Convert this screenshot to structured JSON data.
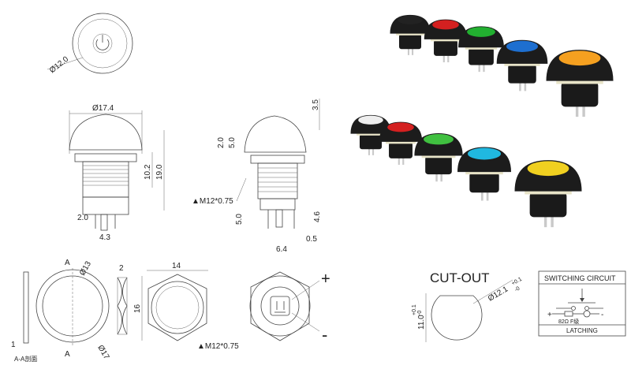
{
  "top_view": {
    "diameter": "Ø12.0"
  },
  "front_view": {
    "width": "Ø17.4",
    "height_total": "19.0",
    "thread_length": "10.2",
    "pin_gap": "2.0",
    "pin_spacing": "4.3"
  },
  "side_view": {
    "cap_top": "3.5",
    "cap_a": "2.0",
    "cap_b": "5.0",
    "thread": "▲M12*0.75",
    "pin_len": "5.0",
    "pin_len_b": "4.6",
    "pin_thick": "0.5",
    "pin_spacing": "6.4"
  },
  "washer": {
    "section_marker_top": "A",
    "section_marker_bottom": "A",
    "inner_dia": "Ø13",
    "outer_dia": "Ø17",
    "thickness": "1",
    "section_label": "A-A剖面",
    "wave_thickness": "2"
  },
  "nut": {
    "width": "14",
    "height": "16",
    "thread": "▲M12*0.75"
  },
  "rear_view": {
    "plus": "+",
    "minus": "-"
  },
  "cutout": {
    "title": "CUT-OUT",
    "diameter": "Ø12.1",
    "tol_upper": "+0.1",
    "tol_lower": "-0",
    "flat": "11.0",
    "flat_tol_upper": "+0.1",
    "flat_tol_lower": "-0"
  },
  "circuit": {
    "title": "SWITCHING CIRCUIT",
    "resistor": "82Ω F级",
    "plus": "+",
    "minus": "-",
    "mode": "LATCHING"
  },
  "products": {
    "top_row": [
      {
        "color": "#222222"
      },
      {
        "color": "#d42020"
      },
      {
        "color": "#22b030"
      },
      {
        "color": "#1e6fd0"
      },
      {
        "color": "#f5a020"
      }
    ],
    "bottom_row": [
      {
        "color": "#eeeeee"
      },
      {
        "color": "#d42020"
      },
      {
        "color": "#40c040"
      },
      {
        "color": "#20b8e0"
      },
      {
        "color": "#f0d020"
      }
    ]
  }
}
